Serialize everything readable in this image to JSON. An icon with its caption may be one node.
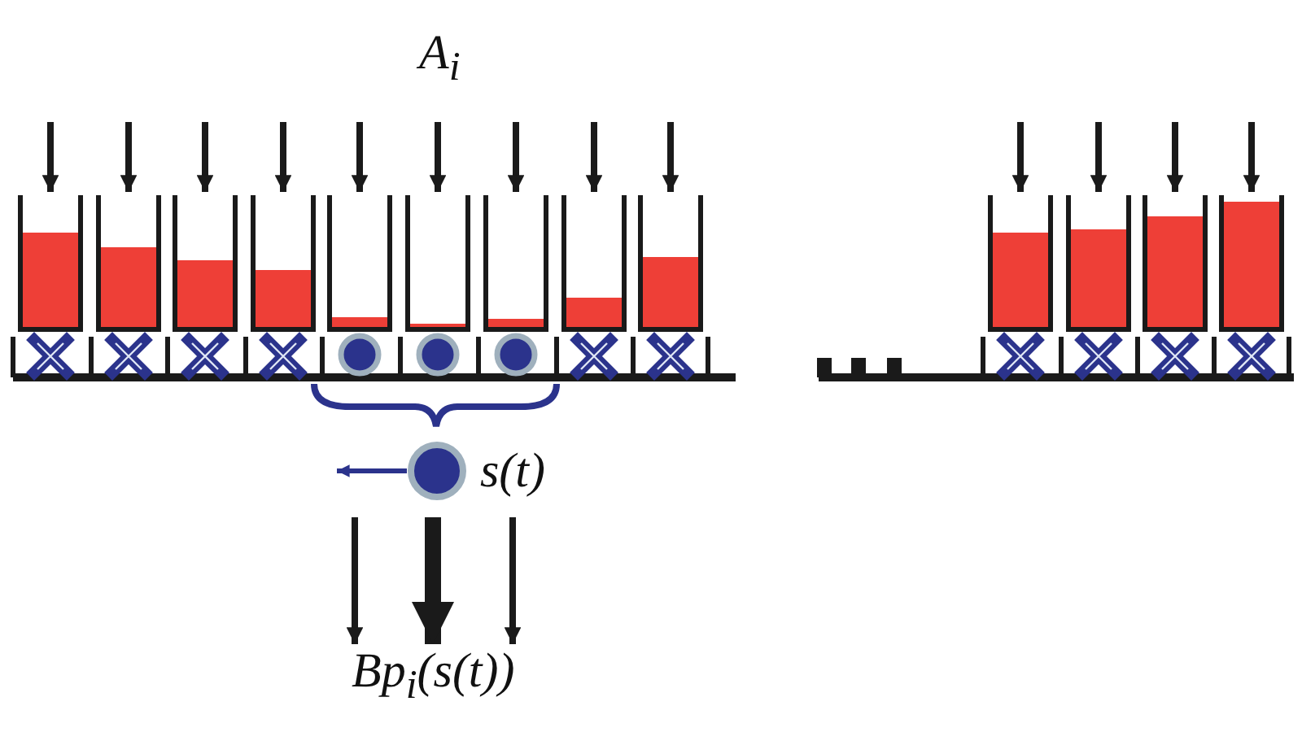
{
  "diagram": {
    "nodes": [
      {
        "text": [],
        "shape": "box"
      },
      {
        "text": [],
        "shape": "box"
      },
      {
        "text": [],
        "shape": "box"
      },
      {
        "text": [],
        "shape": "box"
      },
      {
        "text": [],
        "shape": "box"
      },
      {
        "text": [],
        "shape": "box"
      },
      {
        "text": [],
        "shape": "box"
      },
      {
        "text": [],
        "shape": "box"
      },
      {
        "text": [],
        "shape": "box"
      },
      {
        "text": [],
        "shape": "box"
      },
      {
        "text": [],
        "shape": "box"
      },
      {
        "text": [],
        "shape": "box"
      },
      {
        "text": [],
        "shape": "box"
      },
      {
        "text": [],
        "shape": "circle",
        "beside": [
          "s(t)"
        ]
      },
      {
        "text": [
          "Bp$_{i}$(s(t))"
        ]
      }
    ],
    "edges": [
      {
        "from": null,
        "to": 0,
        "arrow": "to"
      },
      {
        "from": null,
        "to": 1,
        "arrow": "to"
      },
      {
        "from": null,
        "to": 2,
        "arrow": "to"
      },
      {
        "from": null,
        "to": 3,
        "arrow": "to"
      },
      {
        "from": null,
        "to": 4,
        "arrow": "to"
      },
      {
        "from": null,
        "to": 5,
        "arrow": "to"
      },
      {
        "from": null,
        "to": 6,
        "arrow": "to"
      },
      {
        "from": null,
        "to": 7,
        "arrow": "to"
      },
      {
        "from": null,
        "to": 8,
        "arrow": "to"
      },
      {
        "from": null,
        "to": 9,
        "arrow": "to"
      },
      {
        "from": null,
        "to": 10,
        "arrow": "to"
      },
      {
        "from": null,
        "to": 11,
        "arrow": "to"
      },
      {
        "from": null,
        "to": 12,
        "arrow": "to"
      },
      {
        "from": 13,
        "to": null,
        "arrow": "to",
        "color": "#2b338c"
      },
      {
        "from": null,
        "to": 14,
        "arrow": "to"
      },
      {
        "from": null,
        "to": 14,
        "arrow": "to",
        "style": "thick"
      },
      {
        "from": null,
        "to": 14,
        "arrow": "to"
      }
    ],
    "labels": [
      "A$_{i}$"
    ]
  }
}
